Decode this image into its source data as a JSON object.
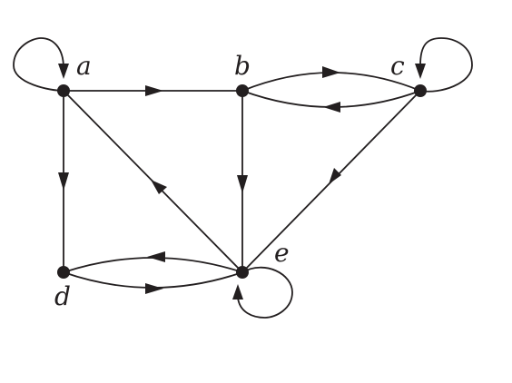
{
  "graph": {
    "type": "directed graph",
    "nodes": [
      {
        "id": "a",
        "label": "a"
      },
      {
        "id": "b",
        "label": "b"
      },
      {
        "id": "c",
        "label": "c"
      },
      {
        "id": "d",
        "label": "d"
      },
      {
        "id": "e",
        "label": "e"
      }
    ],
    "edges": [
      {
        "from": "a",
        "to": "a"
      },
      {
        "from": "a",
        "to": "b"
      },
      {
        "from": "a",
        "to": "d"
      },
      {
        "from": "b",
        "to": "c"
      },
      {
        "from": "c",
        "to": "b"
      },
      {
        "from": "c",
        "to": "c"
      },
      {
        "from": "b",
        "to": "e"
      },
      {
        "from": "c",
        "to": "e"
      },
      {
        "from": "e",
        "to": "a"
      },
      {
        "from": "d",
        "to": "e"
      },
      {
        "from": "e",
        "to": "d"
      },
      {
        "from": "e",
        "to": "e"
      }
    ]
  }
}
